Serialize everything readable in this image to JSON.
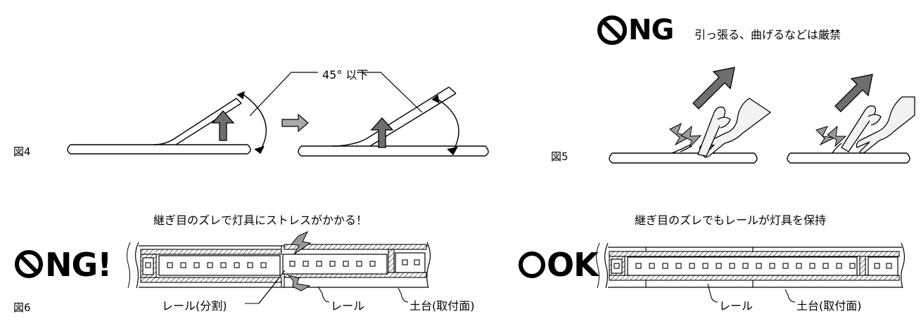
{
  "fig4": {
    "label": "図4",
    "angle_label": "45° 以下"
  },
  "fig5": {
    "label": "図5",
    "ng_mark": "NG",
    "caption": "引っ張る、曲げるなどは厳禁"
  },
  "fig6": {
    "label": "図6",
    "ng": {
      "mark": "NG!",
      "caption": "継ぎ目のズレで灯具にストレスがかかる！",
      "callout_split_rail": "レール(分割)",
      "callout_rail": "レール",
      "callout_base": "土台(取付面)"
    },
    "ok": {
      "mark": "OK",
      "caption": "継ぎ目のズレでもレールが灯具を保持",
      "callout_rail": "レール",
      "callout_base": "土台(取付面)"
    }
  },
  "colors": {
    "arrow": "#6e6e6e",
    "arrow_light": "#a9a9a9",
    "spark": "#9a9a9a",
    "hand": "#f2f2f2",
    "line": "#000000"
  }
}
